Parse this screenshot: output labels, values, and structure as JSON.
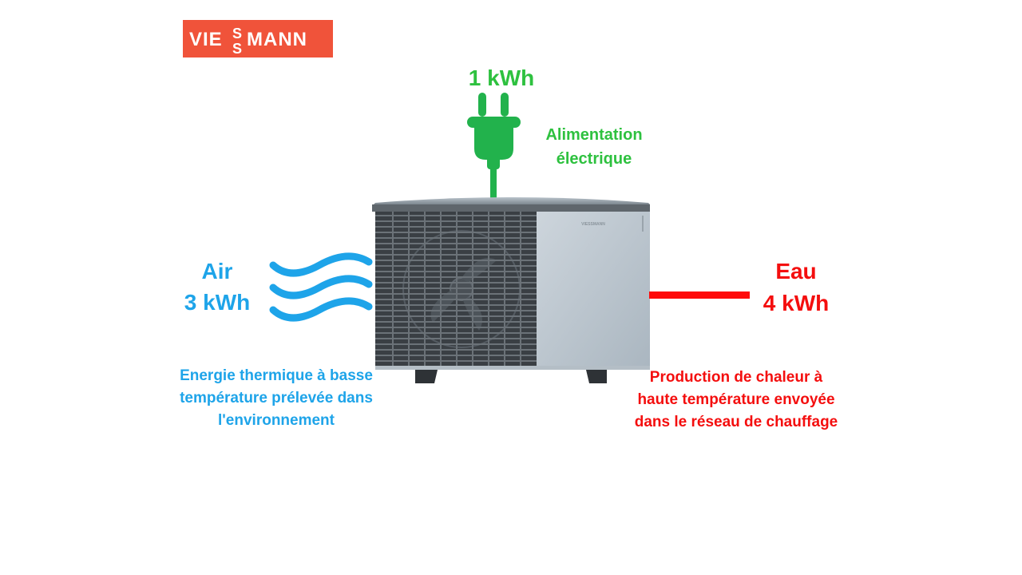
{
  "logo": {
    "brand": "VIESSMANN",
    "color": "#f0533a"
  },
  "electric": {
    "value": "1 kWh",
    "label_line1": "Alimentation",
    "label_line2": "électrique",
    "color": "#2ec13f",
    "icon": "power-plug-icon"
  },
  "air": {
    "title": "Air",
    "value": "3 kWh",
    "desc_line1": "Energie thermique à basse",
    "desc_line2": "température prélevée dans",
    "desc_line3": "l'environnement",
    "color": "#1ea4e9",
    "icon": "air-waves-icon"
  },
  "water": {
    "title": "Eau",
    "value": "4 kWh",
    "desc_line1": "Production de chaleur à",
    "desc_line2": "haute température envoyée",
    "desc_line3": "dans le réseau de chauffage",
    "color": "#f40e0e",
    "icon": "water-pipe-icon"
  },
  "unit": {
    "name": "heat-pump-outdoor-unit",
    "badge": "VIESSMANN"
  }
}
